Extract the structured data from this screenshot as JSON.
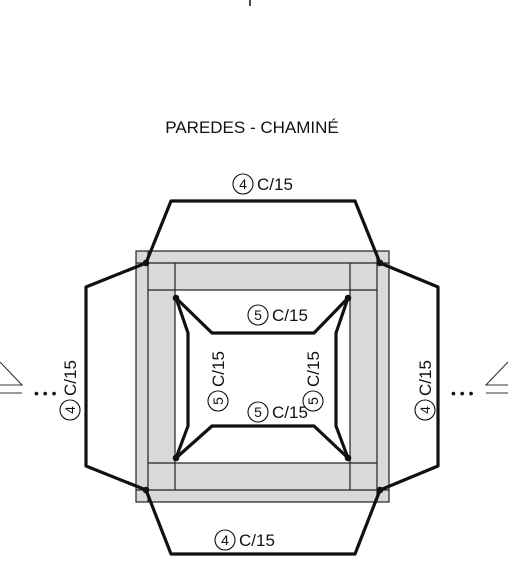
{
  "title": "PAREDES - CHAMINÉ",
  "colors": {
    "wall_fill": "#d9d9d9",
    "line": "#111111"
  },
  "marks": {
    "outer_top": {
      "id": "4",
      "label": "C/15"
    },
    "outer_bottom": {
      "id": "4",
      "label": "C/15"
    },
    "outer_left": {
      "id": "4",
      "label": "C/15"
    },
    "outer_right": {
      "id": "4",
      "label": "C/15"
    },
    "inner_top": {
      "id": "5",
      "label": "C/15"
    },
    "inner_bottom": {
      "id": "5",
      "label": "C/15"
    },
    "inner_left": {
      "id": "5",
      "label": "C/15"
    },
    "inner_right": {
      "id": "5",
      "label": "C/15"
    }
  }
}
